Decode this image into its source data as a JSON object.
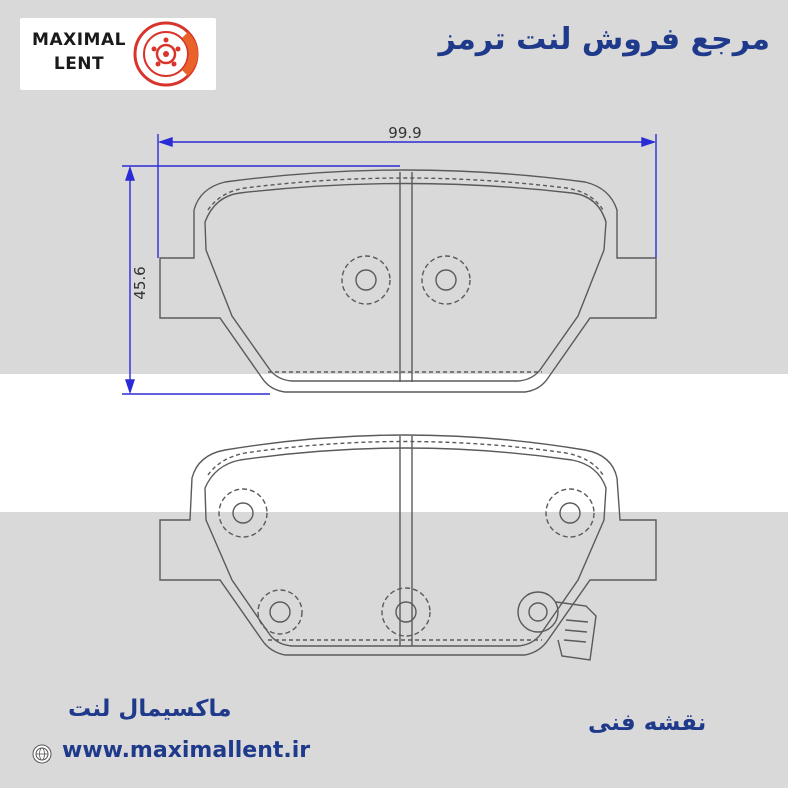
{
  "header": {
    "title": "مرجع فروش لنت ترمز"
  },
  "logo": {
    "line1": "MAXIMAL",
    "line2": "LENT",
    "icon": "brake-disc-icon",
    "accent_color": "#e8622a",
    "disc_color": "#d9342b"
  },
  "drawing": {
    "width_dimension": "99.9",
    "height_dimension": "45.6",
    "line_color": "#5a5a5a",
    "dim_color": "#2b2bd6"
  },
  "footer": {
    "brand_name": "ماکسیمال لنت",
    "website": "www.maximallent.ir",
    "website_icon": "globe-icon",
    "label": "نقشه فنی",
    "text_color": "#1f3a8a"
  }
}
